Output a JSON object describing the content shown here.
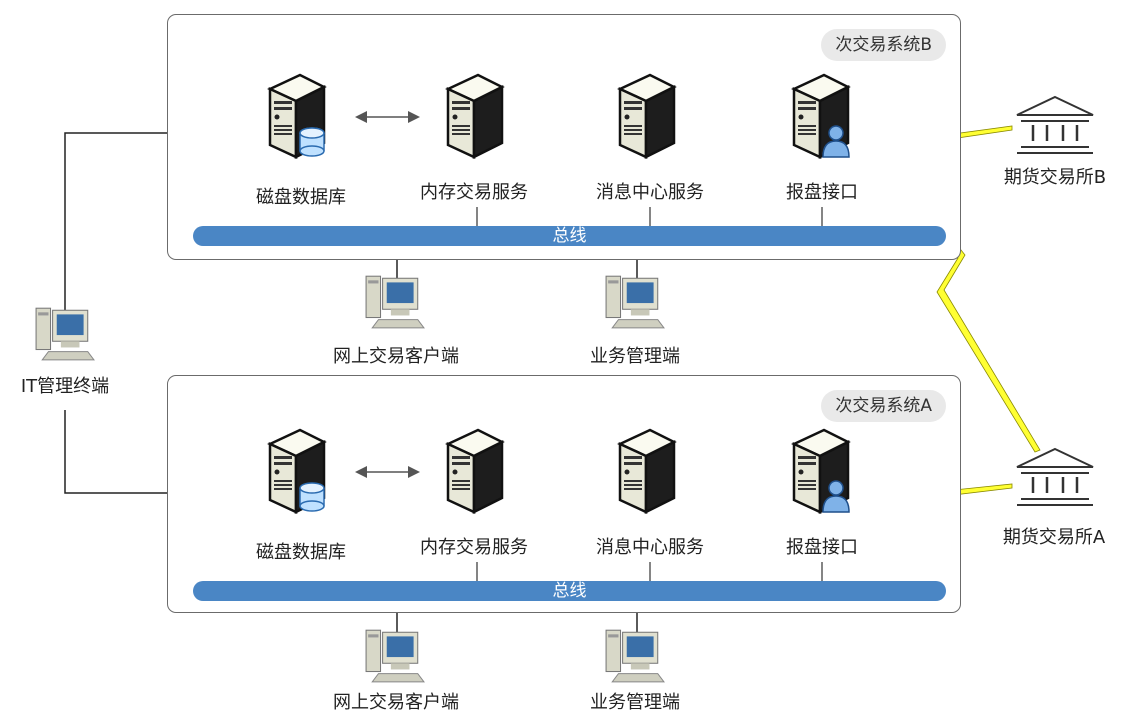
{
  "system_b": {
    "title": "次交易系统B",
    "bus_label": "总线",
    "disk_db": "磁盘数据库",
    "mem_trade": "内存交易服务",
    "msg_center": "消息中心服务",
    "report_if": "报盘接口"
  },
  "system_a": {
    "title": "次交易系统A",
    "bus_label": "总线",
    "disk_db": "磁盘数据库",
    "mem_trade": "内存交易服务",
    "msg_center": "消息中心服务",
    "report_if": "报盘接口"
  },
  "clients_b": {
    "online": "网上交易客户端",
    "biz": "业务管理端"
  },
  "clients_a": {
    "online": "网上交易客户端",
    "biz": "业务管理端"
  },
  "it_terminal": "IT管理终端",
  "exchange_b": "期货交易所B",
  "exchange_a": "期货交易所A",
  "colors": {
    "bus": "#4a86c5",
    "lightning": "#ffff33",
    "server_body": "#eeeedd"
  }
}
